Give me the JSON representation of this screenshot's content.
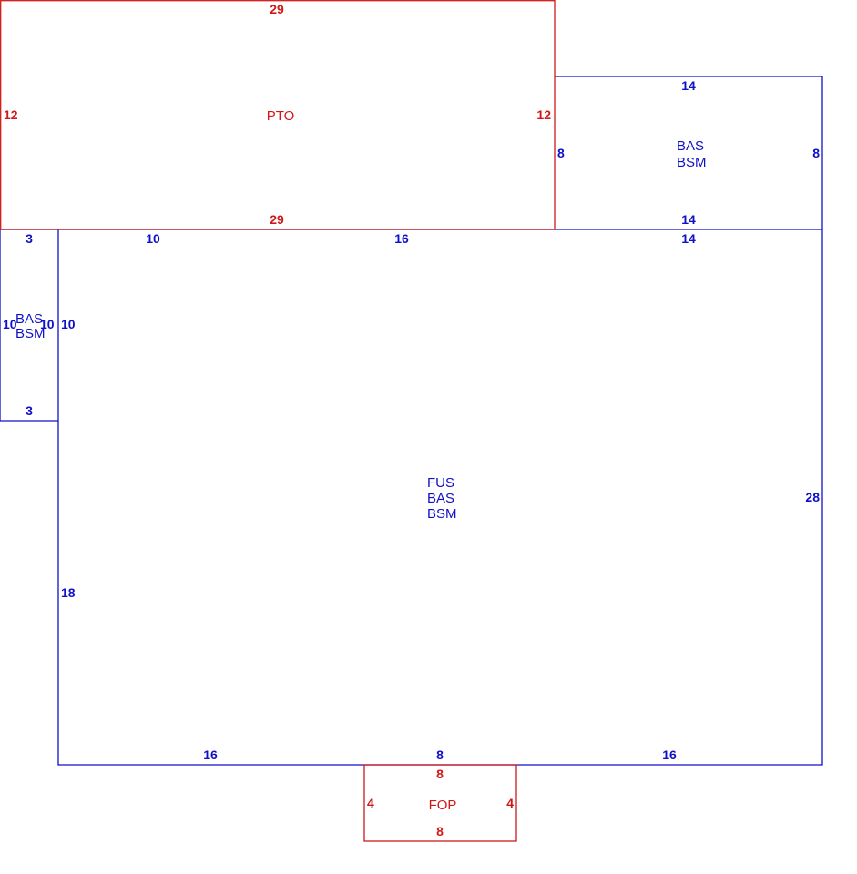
{
  "colors": {
    "living": "#1010c8",
    "porch": "#d01818"
  },
  "sketch": {
    "pto": {
      "code": "PTO",
      "top": "29",
      "bottom": "29",
      "left": "12",
      "right": "12"
    },
    "ne_addition": {
      "code_1": "BAS",
      "code_2": "BSM",
      "top": "14",
      "bottom": "14",
      "left": "8",
      "right": "8"
    },
    "west_bump": {
      "code_1": "BAS",
      "code_2": "BSM",
      "top": "3",
      "bottom": "3",
      "left": "10",
      "right": "10"
    },
    "main": {
      "code_1": "FUS",
      "code_2": "BAS",
      "code_3": "BSM",
      "top_left": "10",
      "top_mid": "16",
      "top_right": "14",
      "left_upper": "10",
      "left_lower": "18",
      "right": "28",
      "bottom_left": "16",
      "bottom_mid": "8",
      "bottom_right": "16"
    },
    "fop": {
      "code": "FOP",
      "top": "8",
      "bottom": "8",
      "left": "4",
      "right": "4"
    }
  }
}
